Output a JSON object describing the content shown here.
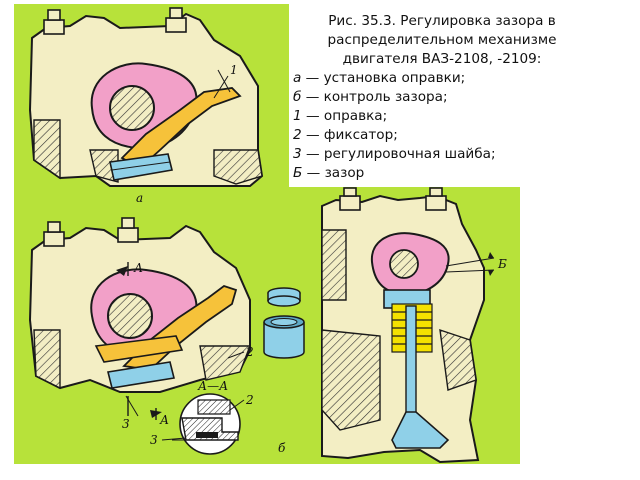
{
  "caption": {
    "title": "Рис. 35.3. Регулировка зазора в распределительном механизме двигателя ВАЗ-2108, -2109:",
    "legend": [
      {
        "key": "а",
        "sep": " — ",
        "text": "установка оправки;"
      },
      {
        "key": "б",
        "sep": " — ",
        "text": "контроль зазора;"
      },
      {
        "key": "1",
        "sep": " — ",
        "text": "оправка;"
      },
      {
        "key": "2",
        "sep": " — ",
        "text": "фиксатор;"
      },
      {
        "key": "3",
        "sep": " — ",
        "text": "регулировочная шайба;"
      },
      {
        "key": "Б",
        "sep": " — ",
        "text": "зазор"
      }
    ]
  },
  "labels": {
    "view_a": "а",
    "view_b": "б",
    "tool_1": "1",
    "arrow_a_top": "А",
    "part_2_main": "2",
    "section_aa": "А—А",
    "part_2_detail": "2",
    "part_3_main": "3",
    "arrow_a_bottom": "А",
    "part_3_detail": "3",
    "gap_b": "Б"
  },
  "colors": {
    "panel": "#b7e23a",
    "body": "#f3eec4",
    "cam": "#f2a0c8",
    "tool": "#f6c23a",
    "shim": "#8fd0e8",
    "spring": "#f4e100"
  }
}
